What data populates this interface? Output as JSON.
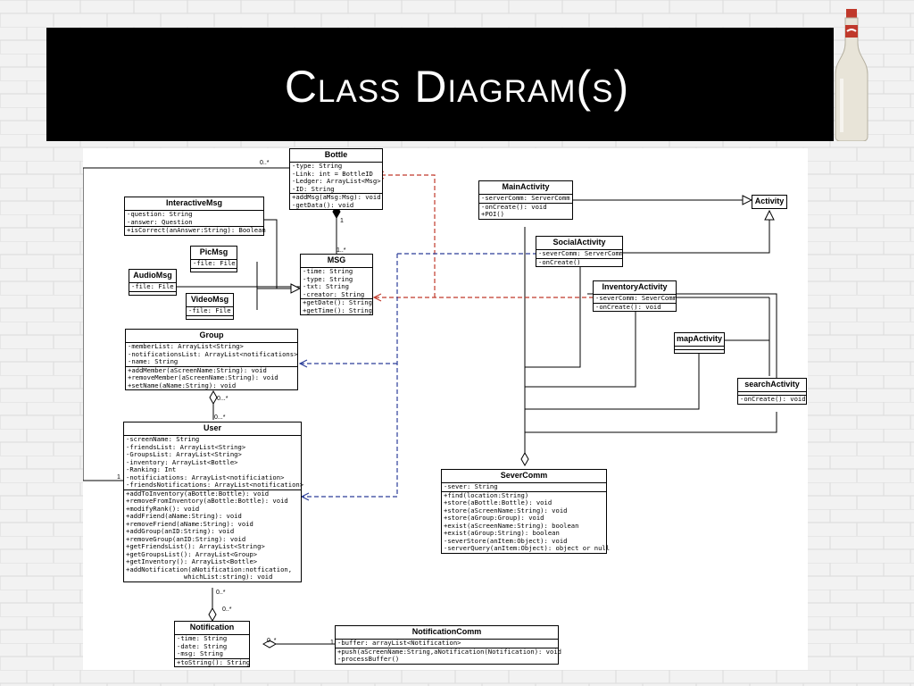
{
  "slide": {
    "title": "Class Diagram(s)"
  },
  "classes": {
    "bottle": {
      "name": "Bottle",
      "attributes": [
        "-type: String",
        "-Link: int = BottleID",
        "-Ledger: ArrayList<Msg>",
        "-ID: String"
      ],
      "operations": [
        "+addMsg(aMsg:Msg): void",
        "-getData(): void"
      ]
    },
    "interactive_msg": {
      "name": "InteractiveMsg",
      "attributes": [
        "-question: String",
        "-answer: Question"
      ],
      "operations": [
        "+isCorrect(anAnswer:String): Boolean"
      ]
    },
    "pic_msg": {
      "name": "PicMsg",
      "attributes": [
        "-file: File"
      ],
      "operations": []
    },
    "audio_msg": {
      "name": "AudioMsg",
      "attributes": [
        "-file: File"
      ],
      "operations": []
    },
    "video_msg": {
      "name": "VideoMsg",
      "attributes": [
        "-file: File"
      ],
      "operations": []
    },
    "msg": {
      "name": "MSG",
      "attributes": [
        "-time: String",
        "-type: String",
        "-txt: String",
        "-creator: String"
      ],
      "operations": [
        "+getDate(): String",
        "+getTime(): String"
      ]
    },
    "group": {
      "name": "Group",
      "attributes": [
        "-memberList: ArrayList<String>",
        "-notificationsList: ArrayList<notifications>",
        "-name: String"
      ],
      "operations": [
        "+addMember(aScreenName:String): void",
        "+removeMember(aScreenName:String): void",
        "+setName(aName:String): void"
      ]
    },
    "user": {
      "name": "User",
      "attributes": [
        "-screenName: String",
        "-friendsList: ArrayList<String>",
        "-GroupsList: ArrayList<String>",
        "-inventory: ArrayList<Bottle>",
        "-Ranking: Int",
        "-notificiations: ArrayList<notificiation>",
        "-friendsNotifications: ArrayList<notification>"
      ],
      "operations": [
        "+addToInventory(aBottle:Bottle): void",
        "+removeFromInventory(aBottle:Bottle): void",
        "+modifyRank(): void",
        "+addFriend(aName:String): void",
        "+removeFriend(aName:String): void",
        "+addGroup(anID:String): void",
        "+removeGroup(anID:String): void",
        "+getFriendsList(): ArrayList<String>",
        "+getGroupsList(): ArrayList<Group>",
        "+getInventory(): ArrayList<Bottle>",
        "+addNotification(aNotification:notfication,",
        "               whichList:string): void"
      ]
    },
    "notification": {
      "name": "Notification",
      "attributes": [
        "-time: String",
        "-date: String",
        "-msg: String"
      ],
      "operations": [
        "+toString(): String"
      ]
    },
    "notification_comm": {
      "name": "NotificationComm",
      "attributes": [
        "-buffer: arrayList<Notification>"
      ],
      "operations": [
        "+push(aScreenName:String,aNotification(Notification): void",
        "-processBuffer()"
      ]
    },
    "main_activity": {
      "name": "MainActivity",
      "attributes": [
        "-serverComm: ServerComm"
      ],
      "operations": [
        "-onCreate(): void",
        "+POI()"
      ]
    },
    "social_activity": {
      "name": "SocialActivity",
      "attributes": [
        "-severComm: ServerComm"
      ],
      "operations": [
        "-onCreate()"
      ]
    },
    "inventory_activity": {
      "name": "InventoryActivity",
      "attributes": [
        "-severComm: SeverComm"
      ],
      "operations": [
        "-onCreate(): void"
      ]
    },
    "activity": {
      "name": "Activity",
      "attributes": [],
      "operations": []
    },
    "map_activity": {
      "name": "mapActivity",
      "attributes": [],
      "operations": []
    },
    "search_activity": {
      "name": "searchActivity",
      "attributes": [],
      "operations": [
        "-onCreate(): void"
      ]
    },
    "sever_comm": {
      "name": "SeverComm",
      "attributes": [
        "-sever: String"
      ],
      "operations": [
        "+find(location:String)",
        "+store(aBottle:Bottle): void",
        "+store(aScreenName:String): void",
        "+store(aGroup:Group): void",
        "+exist(aScreenName:String): boolean",
        "+exist(aGroup:String): boolean",
        "-severStore(anItem:Object): void",
        "-serverQuery(anItem:Object): object or null"
      ]
    }
  },
  "multiplicities": {
    "user_bottle_top": "0..*",
    "user_bottle_bottom": "1",
    "bottle_msg_upper": "1",
    "bottle_msg_lower": "1..*",
    "group_user_upper": "0...*",
    "group_user_lower": "0...*",
    "user_notification_upper": "0..*",
    "user_notification_lower": "0..*",
    "notification_comm_left": "0..*",
    "notification_comm_right": "1"
  },
  "colors": {
    "title_bar": "#000000",
    "dependency_red": "#c0392b",
    "dependency_blue": "#2c3e99",
    "line_black": "#000000"
  }
}
